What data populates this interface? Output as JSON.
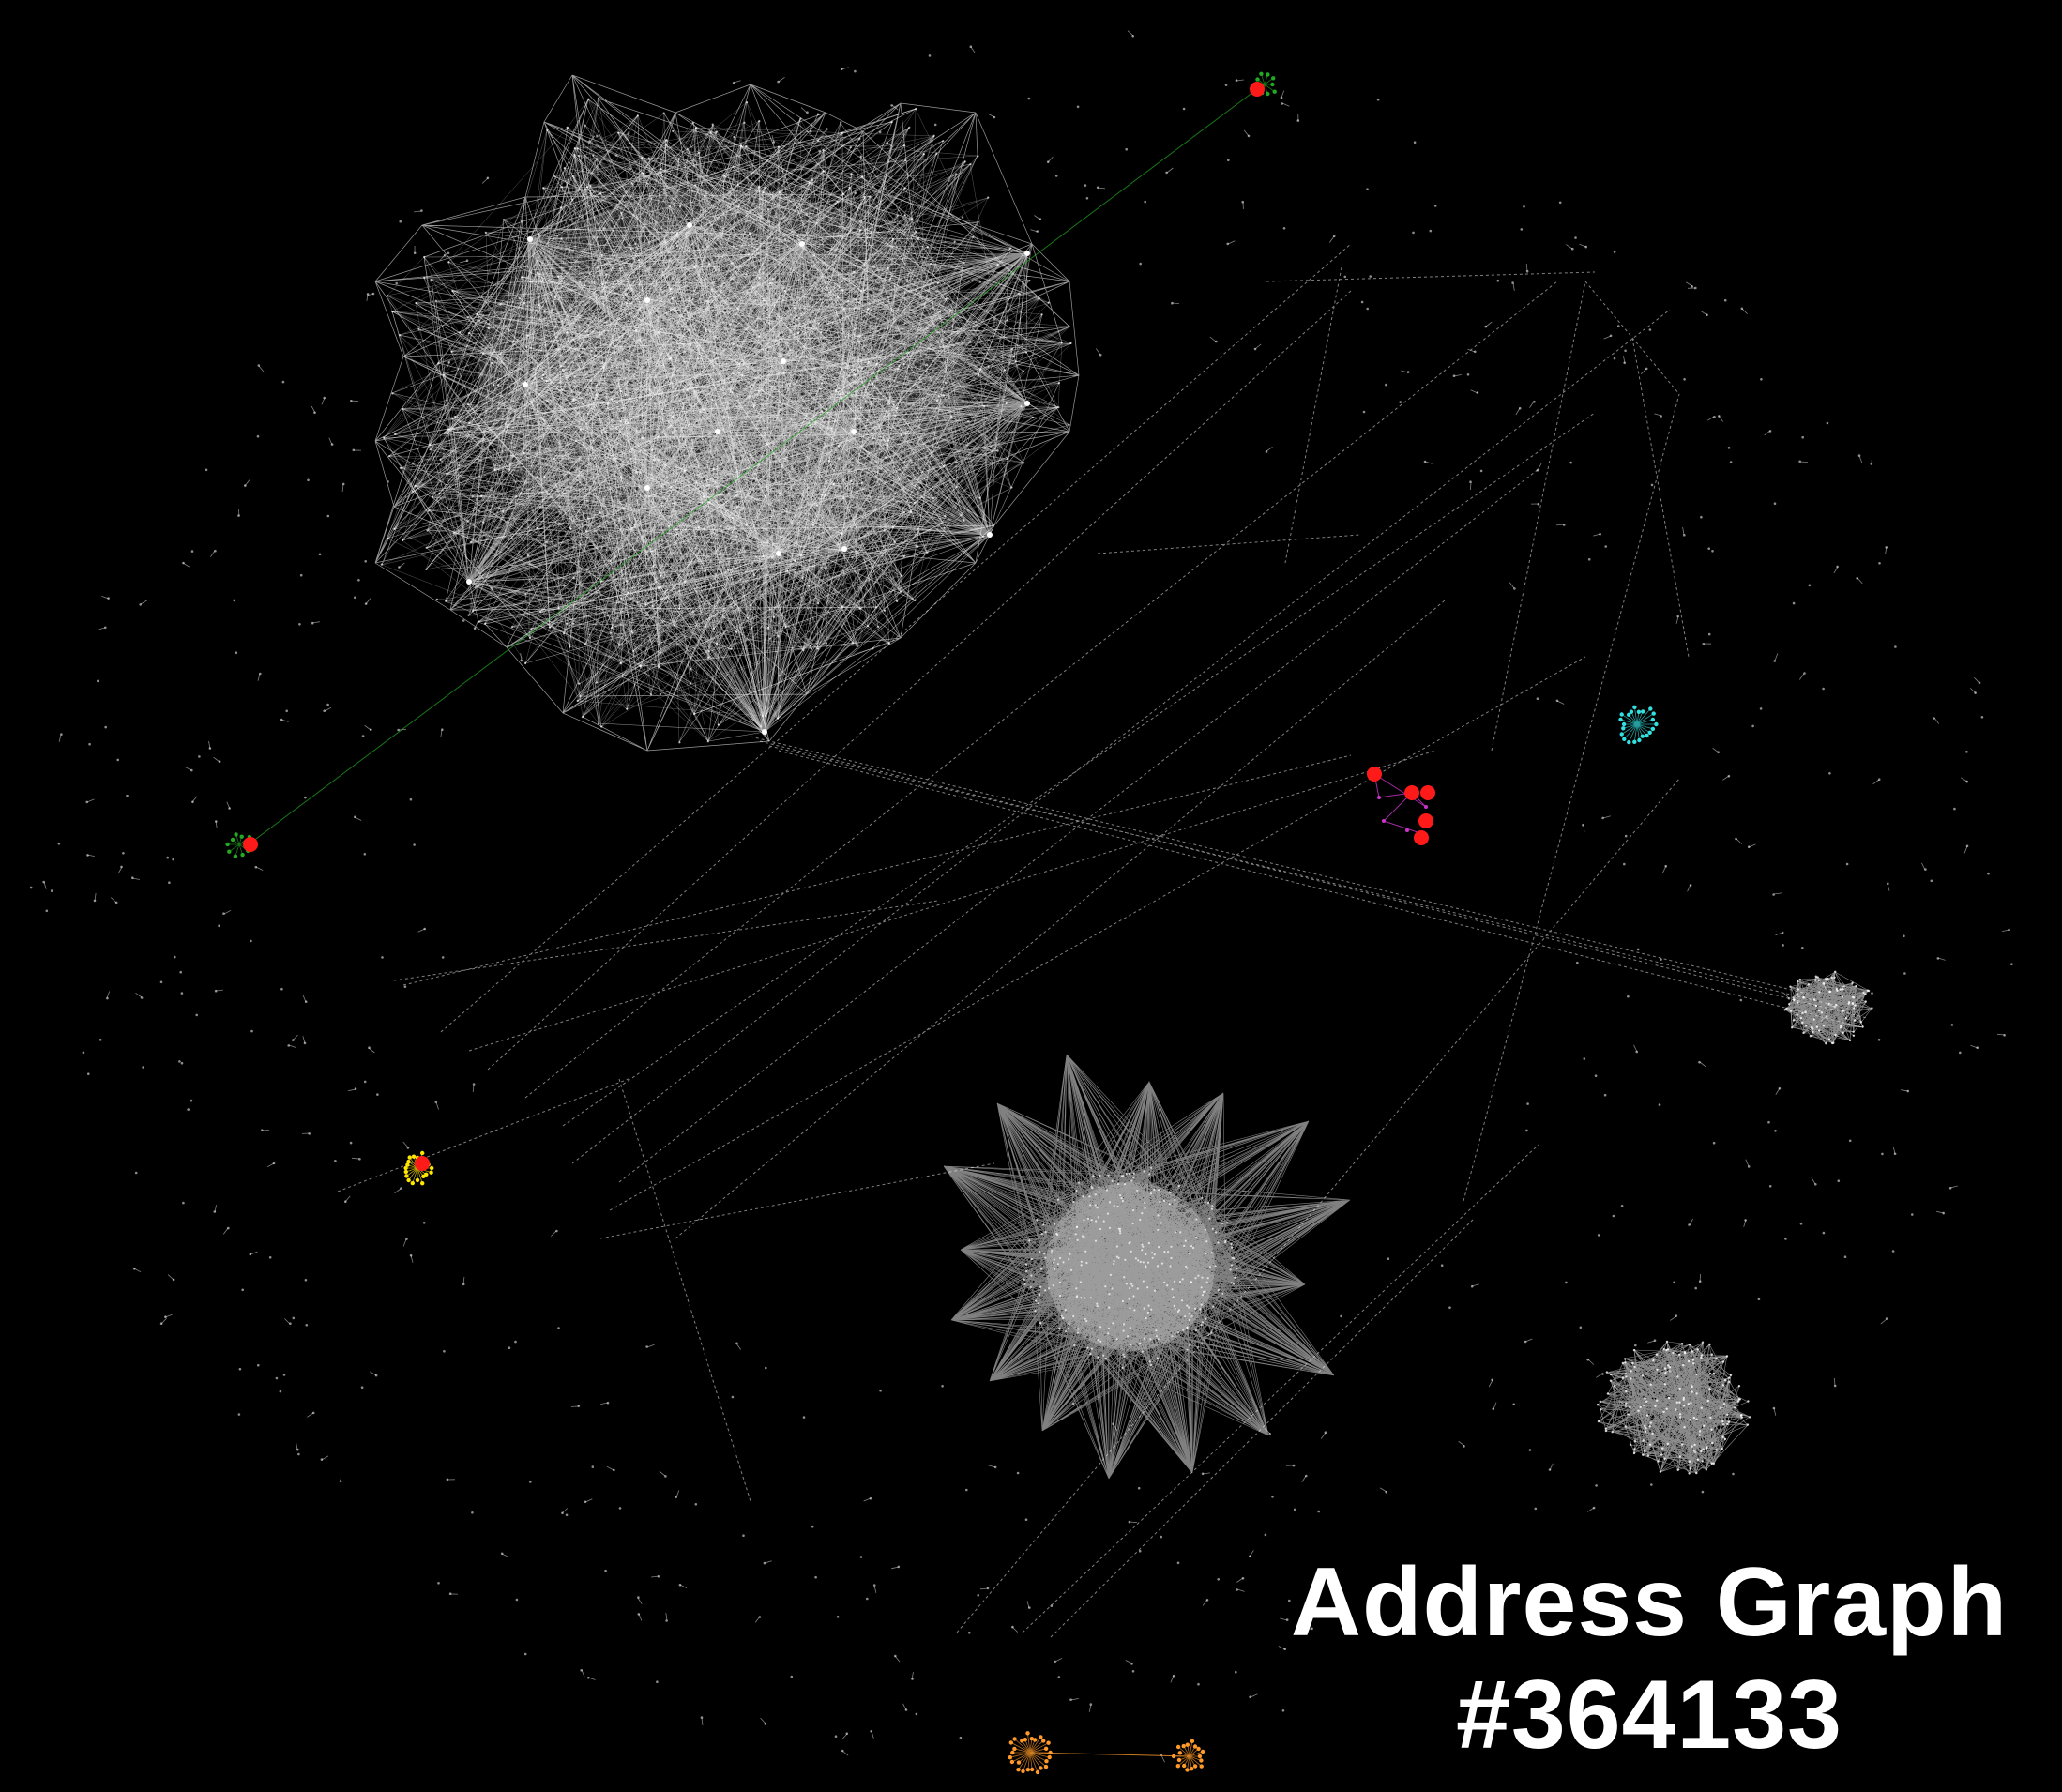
{
  "caption": {
    "title": "Address Graph",
    "subtitle": "#364133"
  },
  "colors": {
    "background": "#000000",
    "edge": "#ffffff",
    "highlight_node": "#ff1a1a",
    "green_cluster": "#22aa22",
    "cyan_cluster": "#33e0e0",
    "yellow_cluster": "#ffe600",
    "orange_cluster": "#ff9a2a",
    "magenta_cluster": "#cc33cc"
  },
  "graph": {
    "components": [
      {
        "name": "large-hub-cluster",
        "color": "white",
        "shape": "dense-polygon"
      },
      {
        "name": "star-cluster",
        "color": "white",
        "shape": "star"
      },
      {
        "name": "right-small-cluster",
        "color": "white",
        "shape": "dense-polygon"
      },
      {
        "name": "bottom-right-cluster",
        "color": "white",
        "shape": "dense-polygon"
      },
      {
        "name": "red-node-group",
        "color": "red"
      },
      {
        "name": "cyan-cluster",
        "color": "cyan"
      },
      {
        "name": "yellow-cluster",
        "color": "yellow"
      },
      {
        "name": "orange-pair",
        "color": "orange"
      },
      {
        "name": "green-cluster-top",
        "color": "green"
      },
      {
        "name": "green-cluster-left",
        "color": "green"
      }
    ]
  }
}
